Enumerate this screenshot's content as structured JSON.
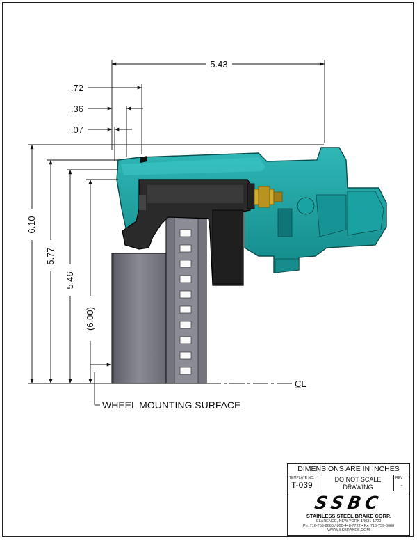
{
  "dimensions": {
    "overall_width": "5.43",
    "offset_a": ".72",
    "offset_b": ".36",
    "offset_c": ".07",
    "height_a": "6.10",
    "height_b": "5.77",
    "height_c": "5.46",
    "height_ref": "(6.00)"
  },
  "notes": {
    "wheel_mounting_surface": "WHEEL MOUNTING SURFACE",
    "centerline": "C̲L"
  },
  "title_block": {
    "units_note": "DIMENSIONS ARE IN INCHES",
    "template_label": "TEMPLATE NO.",
    "template_number": "T-039",
    "scale_note_line1": "DO NOT SCALE",
    "scale_note_line2": "DRAWING",
    "rev_label": "REV",
    "rev_value": "-",
    "logo_text": "SSBC",
    "company_name": "STAINLESS STEEL BRAKE CORP.",
    "address": "CLARENCE, NEW YORK 14031-1720",
    "phone": "Ph: 716-759-8666 / 800-448-7722 • Fx: 716-759-8688",
    "website": "WWW.SSBRAKES.COM"
  },
  "colors": {
    "caliper_body": "#1a9a99",
    "caliper_shadow": "#0e6f70",
    "caliper_highlight": "#35c2c2",
    "pad": "#2a2a2a",
    "rotor": "#7c7c86",
    "hub": "#6e6e78",
    "fitting": "#c9a825"
  }
}
